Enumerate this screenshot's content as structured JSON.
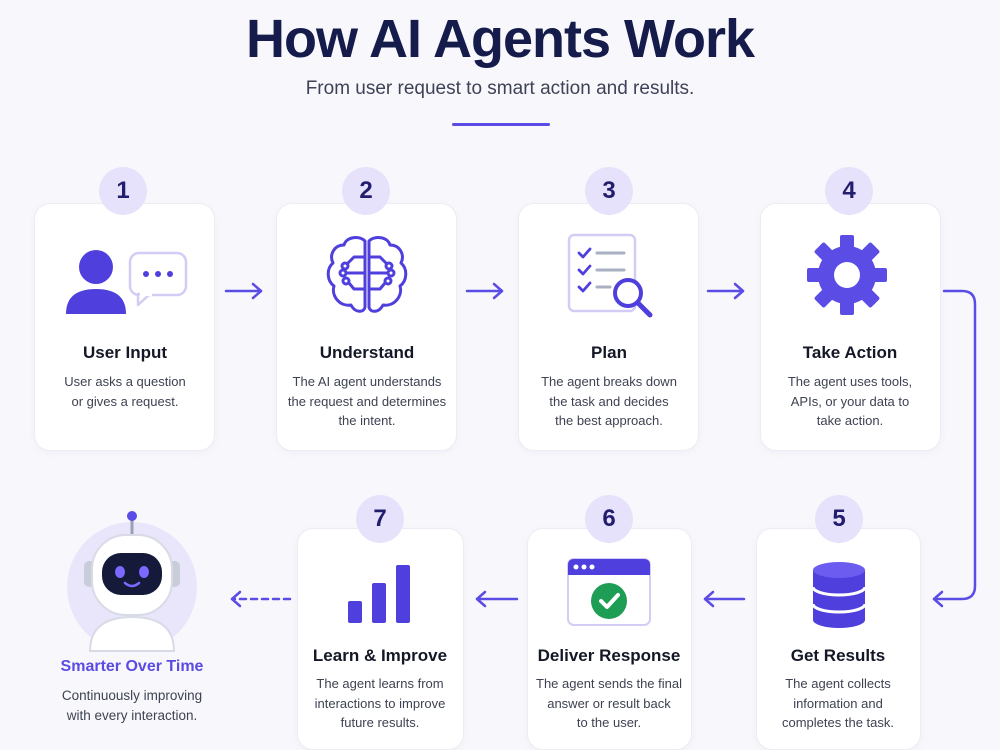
{
  "header": {
    "title": "How AI Agents Work",
    "subtitle": "From user request to smart action and results."
  },
  "colors": {
    "accent": "#5b4ce6",
    "badge_bg": "#e6e2fb",
    "title": "#151b4a"
  },
  "steps": [
    {
      "number": "1",
      "title": "User Input",
      "icon": "user-chat-icon",
      "desc": [
        "User asks a question",
        "or gives a request."
      ]
    },
    {
      "number": "2",
      "title": "Understand",
      "icon": "brain-icon",
      "desc": [
        "The AI agent understands",
        "the request and determines",
        "the intent."
      ]
    },
    {
      "number": "3",
      "title": "Plan",
      "icon": "checklist-search-icon",
      "desc": [
        "The agent breaks down",
        "the task and decides",
        "the best approach."
      ]
    },
    {
      "number": "4",
      "title": "Take Action",
      "icon": "gear-icon",
      "desc": [
        "The agent uses tools,",
        "APIs, or your data to",
        "take action."
      ]
    },
    {
      "number": "5",
      "title": "Get Results",
      "icon": "database-icon",
      "desc": [
        "The agent collects",
        "information and",
        "completes the task."
      ]
    },
    {
      "number": "6",
      "title": "Deliver Response",
      "icon": "browser-check-icon",
      "desc": [
        "The agent sends the final",
        "answer or result back",
        "to the user."
      ]
    },
    {
      "number": "7",
      "title": "Learn & Improve",
      "icon": "bar-chart-icon",
      "desc": [
        "The agent learns from",
        "interactions to improve",
        "future results."
      ]
    }
  ],
  "final": {
    "icon": "robot-icon",
    "title": "Smarter Over Time",
    "desc": [
      "Continuously improving",
      "with every interaction."
    ]
  }
}
